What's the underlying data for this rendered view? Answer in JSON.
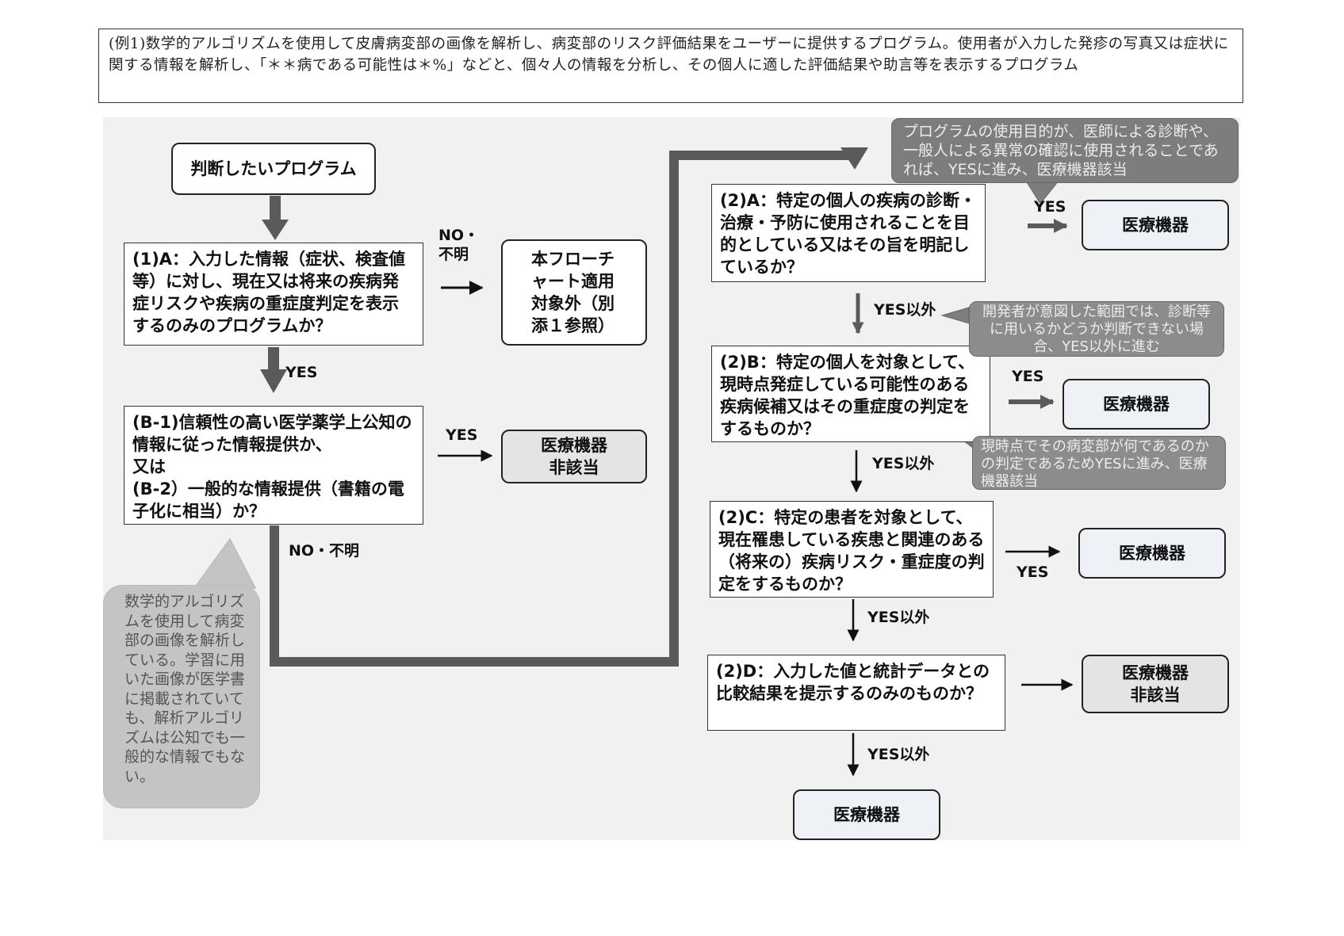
{
  "header_text": "(例1)数学的アルゴリズムを使用して皮膚病変部の画像を解析し、病変部のリスク評価結果をユーザーに提供するプログラム。使用者が入力した発疹の写真又は症状に関する情報を解析し、「＊＊病である可能性は＊%」などと、個々人の情報を分析し、その個人に適した評価結果や助言等を表示するプログラム",
  "nodes": {
    "start": "判断したいプログラム",
    "q1a": "(1)A：入力した情報（症状、検査値等）に対し、現在又は将来の疾病発症リスクや疾病の重症度判定を表示するのみのプログラムか？",
    "out_of_scope": "本フローチ\nャート適用\n対象外（別\n添１参照）",
    "qb": "(B-1)信頼性の高い医学薬学上公知の情報に従った情報提供か、\n又は\n(B-2）一般的な情報提供（書籍の電子化に相当）か？",
    "non_device_1": "医療機器\n非該当",
    "q2a": "(2)A：特定の個人の疾病の診断・治療・予防に使用されることを目的としている又はその旨を明記しているか？",
    "device_a": "医療機器",
    "q2b": "(2)B：特定の個人を対象として、現時点発症している可能性のある疾病候補又はその重症度の判定をするものか？",
    "device_b": "医療機器",
    "q2c": "(2)C：特定の患者を対象として、現在罹患している疾患と関連のある（将来の）疾病リスク・重症度の判定をするものか？",
    "device_c": "医療機器",
    "q2d": "(2)D：入力した値と統計データとの比較結果を提示するのみのものか？",
    "non_device_2": "医療機器\n非該当",
    "device_end": "医療機器"
  },
  "edge_labels": {
    "no_unknown_1": "NO・\n不明",
    "yes_1a": "YES",
    "yes_b": "YES",
    "no_unknown_b": "NO・不明",
    "yes_2a": "YES",
    "not_yes_2a": "YES以外",
    "yes_2b": "YES",
    "not_yes_2b": "YES以外",
    "yes_2c": "YES",
    "not_yes_2c": "YES以外",
    "not_yes_2d": "YES以外"
  },
  "callouts": {
    "top_right": "プログラムの使用目的が、医師による診断や、一般人による異常の確認に使用されることであれば、YESに進み、医療機器該当",
    "developer": "開発者が意図した範囲では、診断等に用いるかどうか判断できない場合、YES以外に進む",
    "current": "現時点でその病変部が何であるのかの判定であるためYESに進み、医療機器該当",
    "left": "数学的アルゴリズムを使用して病変部の画像を解析している。学習に用いた画像が医学書に掲載されていても、解析アルゴリズムは公知でも一般的な情報でもない。"
  },
  "colors": {
    "arrow_thick": "#5a5a5a",
    "bubble_dark": "#7d7d7d",
    "bubble_light": "#c4c4c4",
    "terminal_blue": "#eef2f6",
    "terminal_gray": "#e4e4e4"
  }
}
